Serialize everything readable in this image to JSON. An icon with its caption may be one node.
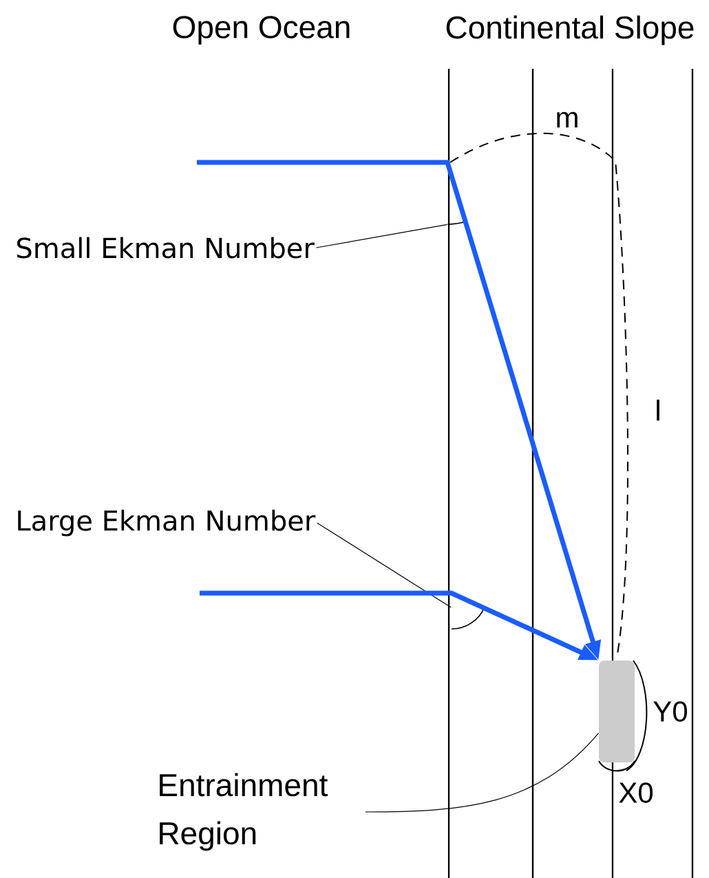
{
  "diagram": {
    "nodes": [
      {
        "text": [
          "Small Ekman Number"
        ]
      },
      {
        "text": [],
        "shape": "arc"
      },
      {
        "text": [
          "Large Ekman Number"
        ]
      },
      {
        "text": [],
        "shape": "arc"
      },
      {
        "text": [
          "Entrainment Region"
        ]
      },
      {
        "text": [],
        "shape": "box"
      }
    ],
    "edges": [
      {
        "from": 0,
        "to": 1,
        "arrow": "none"
      },
      {
        "from": 2,
        "to": 3,
        "arrow": "none"
      },
      {
        "from": 4,
        "to": 5,
        "arrow": "none"
      },
      {
        "from": null,
        "to": 5,
        "arrow": "to",
        "style": "thick",
        "color": "#1a5cff"
      },
      {
        "from": null,
        "to": 5,
        "arrow": "to",
        "style": "thick",
        "color": "#1a5cff"
      }
    ],
    "labels": [
      "Open Ocean",
      "Continental Slope",
      "m",
      "l",
      "Y0",
      "X0"
    ]
  }
}
